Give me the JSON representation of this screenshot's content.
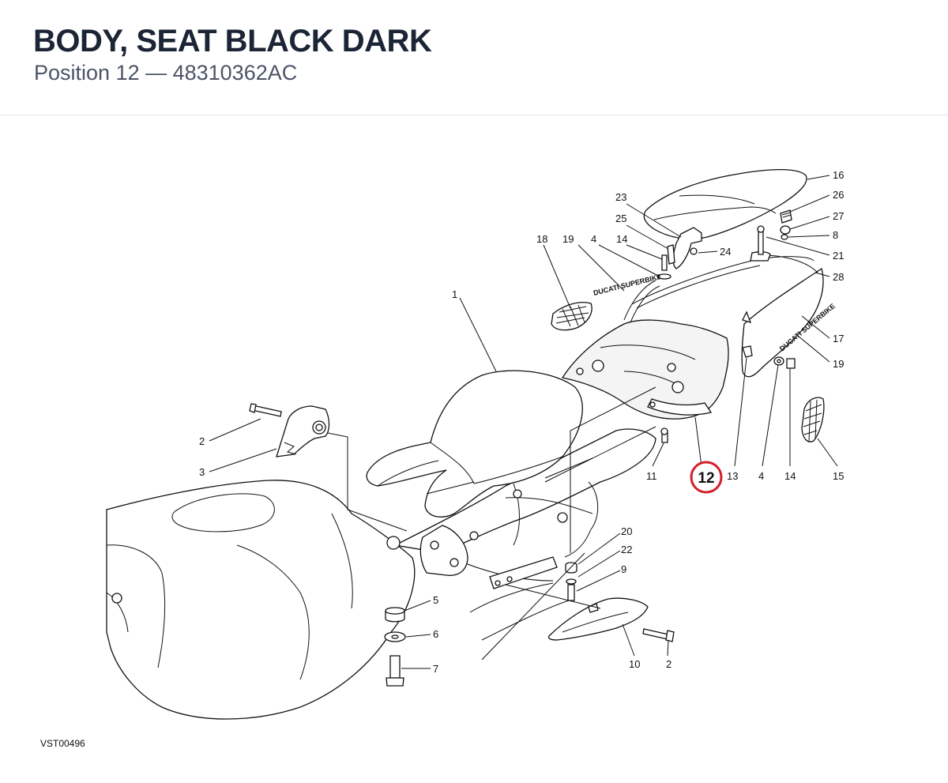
{
  "header": {
    "title": "BODY, SEAT BLACK DARK",
    "subtitle": "Position 12 — 48310362AC"
  },
  "diagram": {
    "code": "VST00496",
    "highlight": {
      "label": "12",
      "color": "#d0202e"
    },
    "decals": {
      "left": "DUCATI SUPERBIKE",
      "right": "DUCATI SUPERBIKE"
    },
    "callouts": {
      "c1": "1",
      "c2a": "2",
      "c2b": "2",
      "c3": "3",
      "c4a": "4",
      "c4b": "4",
      "c5": "5",
      "c6": "6",
      "c7": "7",
      "c8": "8",
      "c9": "9",
      "c10": "10",
      "c11": "11",
      "c13": "13",
      "c14a": "14",
      "c14b": "14",
      "c15": "15",
      "c16": "16",
      "c17": "17",
      "c18": "18",
      "c19a": "19",
      "c19b": "19",
      "c20": "20",
      "c21": "21",
      "c22": "22",
      "c23": "23",
      "c24": "24",
      "c25": "25",
      "c26": "26",
      "c27": "27",
      "c28": "28"
    }
  }
}
